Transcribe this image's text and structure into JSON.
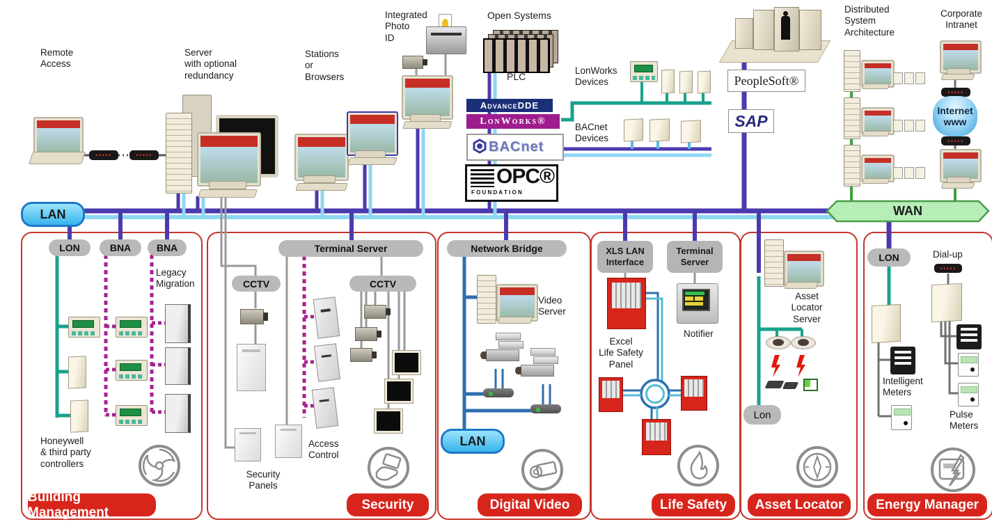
{
  "colors": {
    "bus_purple": "#4b3aad",
    "bus_cyan": "#8ed7f2",
    "teal": "#18a28c",
    "magenta": "#a6248f",
    "panel_border_red": "#c5352b",
    "banner_red": "#d8251c",
    "gray_pill": "#b9b9b9",
    "wan_green": "#b7edb7",
    "lan_blue": "#54c8f0",
    "video_blue": "#2e6fb0",
    "green_line": "#3da23d"
  },
  "top": {
    "remote_access": "Remote\nAccess",
    "server": "Server\nwith optional\nredundancy",
    "stations": "Stations\nor\nBrowsers",
    "photo_id": "Integrated\nPhoto\nID",
    "open_systems": "Open Systems",
    "plc": "PLC",
    "advancedde": "AdvanceDDE",
    "lonworks_logo": "LonWorks®",
    "bacnet_logo": "BACnet",
    "opc_logo": "OPC®",
    "opc_sub": "F O U N D A T I O N",
    "lonworks_devices": "LonWorks\nDevices",
    "bacnet_devices": "BACnet\nDevices",
    "peoplesoft": "PeopleSoft®",
    "sap": "SAP",
    "dsa": "Distributed\nSystem\nArchitecture",
    "corporate_intranet": "Corporate\nIntranet",
    "internet": "Internet\nwww"
  },
  "network": {
    "lan": "LAN",
    "wan": "WAN"
  },
  "panels": {
    "building": {
      "title": "Building Management",
      "lon": "LON",
      "bna1": "BNA",
      "bna2": "BNA",
      "legacy": "Legacy\nMigration",
      "honeywell": "Honeywell\n& third party\ncontrollers"
    },
    "security": {
      "title": "Security",
      "terminal_server": "Terminal Server",
      "cctv1": "CCTV",
      "cctv2": "CCTV",
      "access_control": "Access\nControl",
      "security_panels": "Security\nPanels"
    },
    "video": {
      "title": "Digital Video",
      "bridge": "Network Bridge",
      "video_server": "Video\nServer",
      "lan": "LAN"
    },
    "life": {
      "title": "Life Safety",
      "xls": "XLS LAN\nInterface",
      "terminal": "Terminal\nServer",
      "excel": "Excel\nLife Safety\nPanel",
      "notifier": "Notifier"
    },
    "asset": {
      "title": "Asset Locator",
      "server": "Asset\nLocator\nServer",
      "lon": "Lon"
    },
    "energy": {
      "title": "Energy Manager",
      "lon": "LON",
      "dialup": "Dial-up",
      "intelligent": "Intelligent\nMeters",
      "pulse": "Pulse\nMeters"
    }
  }
}
